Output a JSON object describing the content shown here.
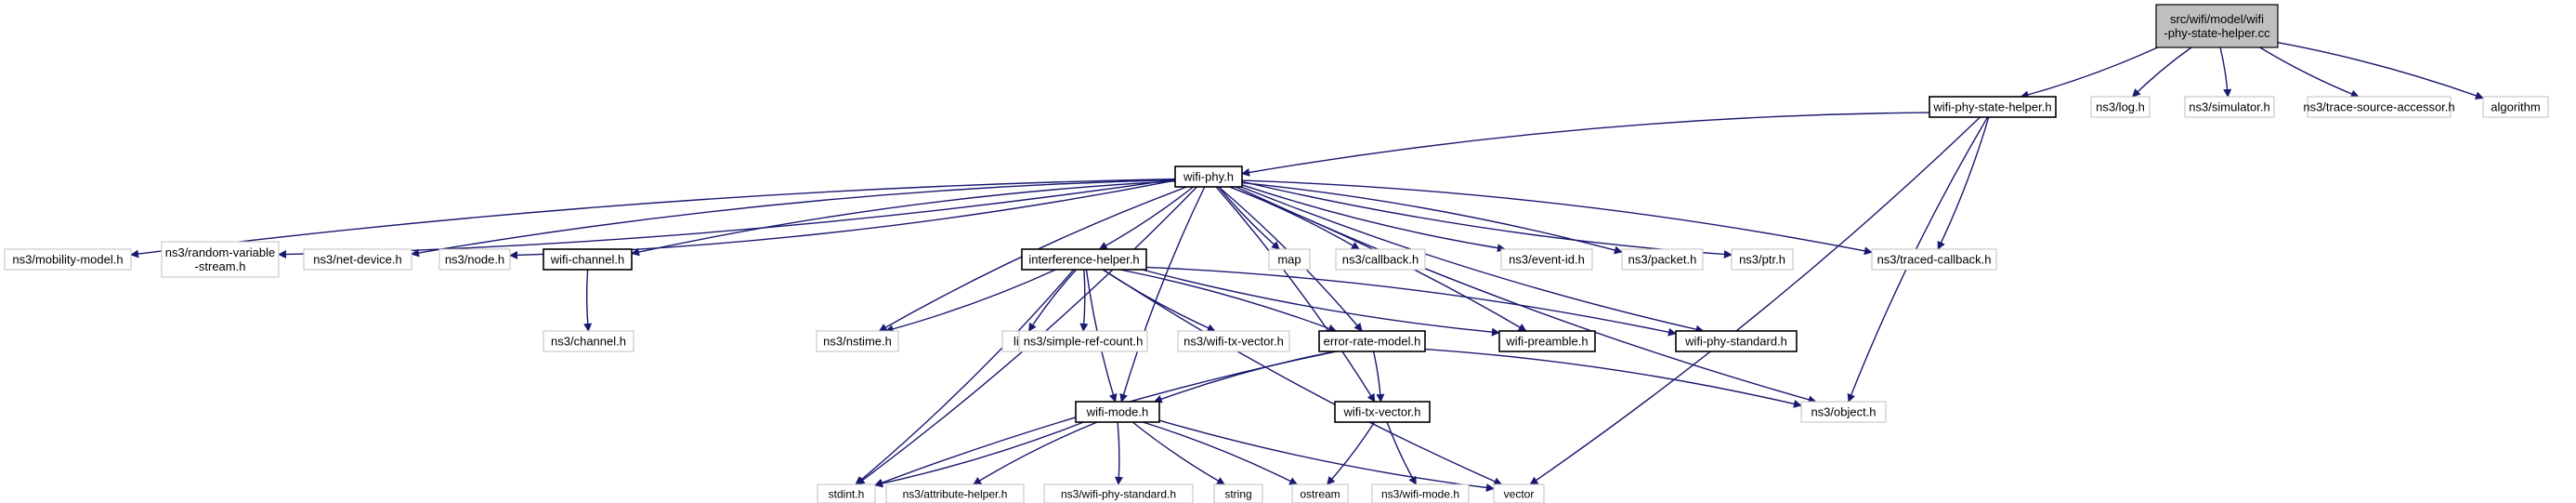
{
  "nodes": {
    "root": {
      "lines": [
        "src/wifi/model/wifi",
        "-phy-state-helper.cc"
      ]
    },
    "wifi_phy_state_helper_h": {
      "lines": [
        "wifi-phy-state-helper.h"
      ]
    },
    "ns3_log_h": {
      "lines": [
        "ns3/log.h"
      ]
    },
    "ns3_simulator_h": {
      "lines": [
        "ns3/simulator.h"
      ]
    },
    "ns3_trace_source_accessor_h": {
      "lines": [
        "ns3/trace-source-accessor.h"
      ]
    },
    "algorithm": {
      "lines": [
        "algorithm"
      ]
    },
    "wifi_phy_h": {
      "lines": [
        "wifi-phy.h"
      ]
    },
    "ns3_mobility_model_h": {
      "lines": [
        "ns3/mobility-model.h"
      ]
    },
    "ns3_random_variable_stream_h": {
      "lines": [
        "ns3/random-variable",
        "-stream.h"
      ]
    },
    "ns3_net_device_h": {
      "lines": [
        "ns3/net-device.h"
      ]
    },
    "ns3_node_h": {
      "lines": [
        "ns3/node.h"
      ]
    },
    "wifi_channel_h": {
      "lines": [
        "wifi-channel.h"
      ]
    },
    "interference_helper_h": {
      "lines": [
        "interference-helper.h"
      ]
    },
    "map": {
      "lines": [
        "map"
      ]
    },
    "ns3_callback_h": {
      "lines": [
        "ns3/callback.h"
      ]
    },
    "ns3_event_id_h": {
      "lines": [
        "ns3/event-id.h"
      ]
    },
    "ns3_packet_h": {
      "lines": [
        "ns3/packet.h"
      ]
    },
    "ns3_ptr_h": {
      "lines": [
        "ns3/ptr.h"
      ]
    },
    "ns3_traced_callback_h": {
      "lines": [
        "ns3/traced-callback.h"
      ]
    },
    "ns3_channel_h": {
      "lines": [
        "ns3/channel.h"
      ]
    },
    "ns3_nstime_h": {
      "lines": [
        "ns3/nstime.h"
      ]
    },
    "list": {
      "lines": [
        "list"
      ]
    },
    "ns3_simple_ref_count_h": {
      "lines": [
        "ns3/simple-ref-count.h"
      ]
    },
    "ns3_wifi_tx_vector_h": {
      "lines": [
        "ns3/wifi-tx-vector.h"
      ]
    },
    "error_rate_model_h": {
      "lines": [
        "error-rate-model.h"
      ]
    },
    "wifi_preamble_h": {
      "lines": [
        "wifi-preamble.h"
      ]
    },
    "wifi_phy_standard_h": {
      "lines": [
        "wifi-phy-standard.h"
      ]
    },
    "wifi_tx_vector_h": {
      "lines": [
        "wifi-tx-vector.h"
      ]
    },
    "ns3_object_h": {
      "lines": [
        "ns3/object.h"
      ]
    },
    "wifi_mode_h": {
      "lines": [
        "wifi-mode.h"
      ]
    },
    "stdint_h": {
      "lines": [
        "stdint.h"
      ]
    },
    "ns3_attribute_helper_h": {
      "lines": [
        "ns3/attribute-helper.h"
      ]
    },
    "ns3_wifi_phy_standard_h": {
      "lines": [
        "ns3/wifi-phy-standard.h"
      ]
    },
    "string": {
      "lines": [
        "string"
      ]
    },
    "ostream": {
      "lines": [
        "ostream"
      ]
    },
    "ns3_wifi_mode_h": {
      "lines": [
        "ns3/wifi-mode.h"
      ]
    },
    "vector": {
      "lines": [
        "vector"
      ]
    }
  },
  "edges": [
    [
      "root",
      "wifi_phy_state_helper_h"
    ],
    [
      "root",
      "ns3_log_h"
    ],
    [
      "root",
      "ns3_simulator_h"
    ],
    [
      "root",
      "ns3_trace_source_accessor_h"
    ],
    [
      "root",
      "algorithm"
    ],
    [
      "wifi_phy_state_helper_h",
      "wifi_phy_h"
    ],
    [
      "wifi_phy_state_helper_h",
      "ns3_traced_callback_h"
    ],
    [
      "wifi_phy_state_helper_h",
      "ns3_object_h"
    ],
    [
      "wifi_phy_state_helper_h",
      "vector"
    ],
    [
      "wifi_phy_h",
      "ns3_mobility_model_h"
    ],
    [
      "wifi_phy_h",
      "ns3_random_variable_stream_h"
    ],
    [
      "wifi_phy_h",
      "ns3_net_device_h"
    ],
    [
      "wifi_phy_h",
      "ns3_node_h"
    ],
    [
      "wifi_phy_h",
      "wifi_channel_h"
    ],
    [
      "wifi_phy_h",
      "interference_helper_h"
    ],
    [
      "wifi_phy_h",
      "map"
    ],
    [
      "wifi_phy_h",
      "ns3_callback_h"
    ],
    [
      "wifi_phy_h",
      "ns3_event_id_h"
    ],
    [
      "wifi_phy_h",
      "ns3_packet_h"
    ],
    [
      "wifi_phy_h",
      "ns3_ptr_h"
    ],
    [
      "wifi_phy_h",
      "ns3_traced_callback_h"
    ],
    [
      "wifi_phy_h",
      "ns3_nstime_h"
    ],
    [
      "wifi_phy_h",
      "stdint_h"
    ],
    [
      "wifi_phy_h",
      "wifi_mode_h"
    ],
    [
      "wifi_phy_h",
      "wifi_preamble_h"
    ],
    [
      "wifi_phy_h",
      "wifi_phy_standard_h"
    ],
    [
      "wifi_phy_h",
      "wifi_tx_vector_h"
    ],
    [
      "wifi_phy_h",
      "ns3_object_h"
    ],
    [
      "wifi_phy_h",
      "error_rate_model_h"
    ],
    [
      "wifi_channel_h",
      "ns3_channel_h"
    ],
    [
      "interference_helper_h",
      "ns3_nstime_h"
    ],
    [
      "interference_helper_h",
      "list"
    ],
    [
      "interference_helper_h",
      "ns3_simple_ref_count_h"
    ],
    [
      "interference_helper_h",
      "ns3_wifi_tx_vector_h"
    ],
    [
      "interference_helper_h",
      "error_rate_model_h"
    ],
    [
      "interference_helper_h",
      "wifi_preamble_h"
    ],
    [
      "interference_helper_h",
      "wifi_phy_standard_h"
    ],
    [
      "interference_helper_h",
      "wifi_mode_h"
    ],
    [
      "interference_helper_h",
      "stdint_h"
    ],
    [
      "interference_helper_h",
      "vector"
    ],
    [
      "error_rate_model_h",
      "wifi_tx_vector_h"
    ],
    [
      "error_rate_model_h",
      "wifi_mode_h"
    ],
    [
      "error_rate_model_h",
      "ns3_object_h"
    ],
    [
      "error_rate_model_h",
      "stdint_h"
    ],
    [
      "wifi_tx_vector_h",
      "ostream"
    ],
    [
      "wifi_tx_vector_h",
      "ns3_wifi_mode_h"
    ],
    [
      "wifi_mode_h",
      "stdint_h"
    ],
    [
      "wifi_mode_h",
      "ns3_attribute_helper_h"
    ],
    [
      "wifi_mode_h",
      "ns3_wifi_phy_standard_h"
    ],
    [
      "wifi_mode_h",
      "string"
    ],
    [
      "wifi_mode_h",
      "ostream"
    ],
    [
      "wifi_mode_h",
      "vector"
    ]
  ],
  "colors": {
    "edge": "#191970",
    "box_border_solid": "#000000",
    "box_border_gray": "#bfbfbf",
    "root_fill": "#bfbfbf",
    "box_fill": "#ffffff"
  }
}
